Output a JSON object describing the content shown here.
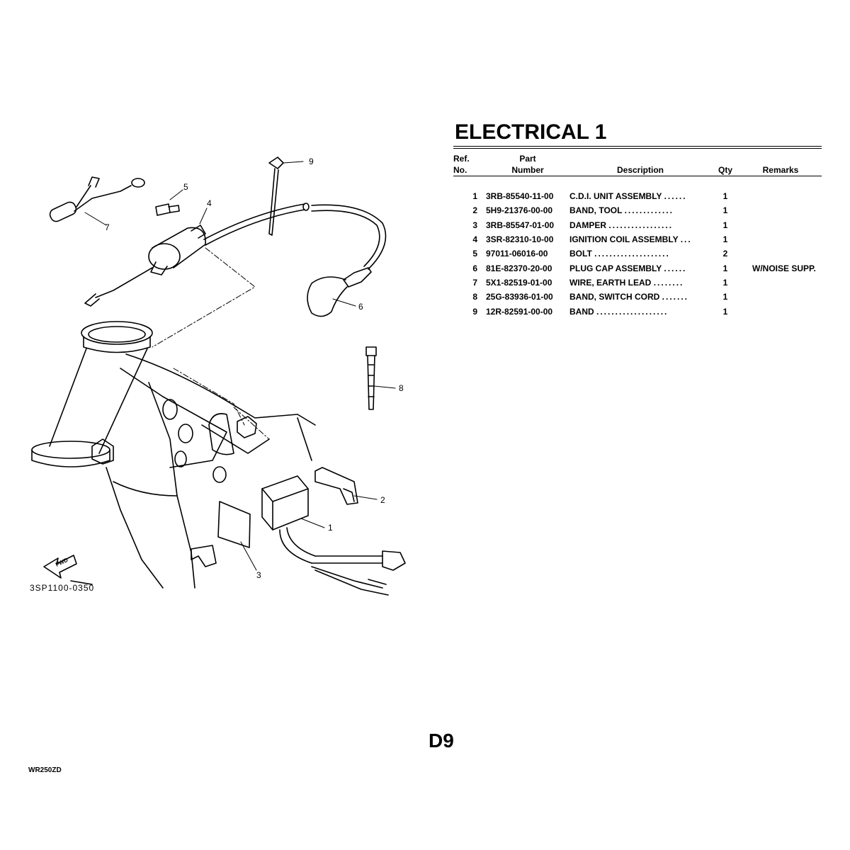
{
  "page": {
    "title": "ELECTRICAL 1",
    "page_number": "D9",
    "model_code": "WR250ZD"
  },
  "table": {
    "headers": {
      "ref_line1": "Ref.",
      "ref_line2": "No.",
      "part_line1": "Part",
      "part_line2": "Number",
      "description": "Description",
      "qty": "Qty",
      "remarks": "Remarks"
    },
    "rows": [
      {
        "ref": "1",
        "part": "3RB-85540-11-00",
        "desc": "C.D.I. UNIT ASSEMBLY",
        "dots": "......",
        "qty": "1",
        "remarks": ""
      },
      {
        "ref": "2",
        "part": "5H9-21376-00-00",
        "desc": "BAND, TOOL",
        "dots": ".............",
        "qty": "1",
        "remarks": ""
      },
      {
        "ref": "3",
        "part": "3RB-85547-01-00",
        "desc": "DAMPER",
        "dots": ".................",
        "qty": "1",
        "remarks": ""
      },
      {
        "ref": "4",
        "part": "3SR-82310-10-00",
        "desc": "IGNITION COIL ASSEMBLY",
        "dots": "...",
        "qty": "1",
        "remarks": ""
      },
      {
        "ref": "5",
        "part": "97011-06016-00",
        "desc": "BOLT",
        "dots": "....................",
        "qty": "2",
        "remarks": ""
      },
      {
        "ref": "6",
        "part": "81E-82370-20-00",
        "desc": "PLUG CAP ASSEMBLY",
        "dots": "......",
        "qty": "1",
        "remarks": "W/NOISE SUPP."
      },
      {
        "ref": "7",
        "part": "5X1-82519-01-00",
        "desc": "WIRE, EARTH LEAD",
        "dots": "........",
        "qty": "1",
        "remarks": ""
      },
      {
        "ref": "8",
        "part": "25G-83936-01-00",
        "desc": "BAND, SWITCH CORD",
        "dots": ".......",
        "qty": "1",
        "remarks": ""
      },
      {
        "ref": "9",
        "part": "12R-82591-00-00",
        "desc": "BAND",
        "dots": "...................",
        "qty": "1",
        "remarks": ""
      }
    ]
  },
  "diagram": {
    "callouts": [
      "1",
      "2",
      "3",
      "4",
      "5",
      "6",
      "7",
      "8",
      "9"
    ],
    "fwd_label": "FWD",
    "drawing_code": "3SP1100-0350"
  }
}
